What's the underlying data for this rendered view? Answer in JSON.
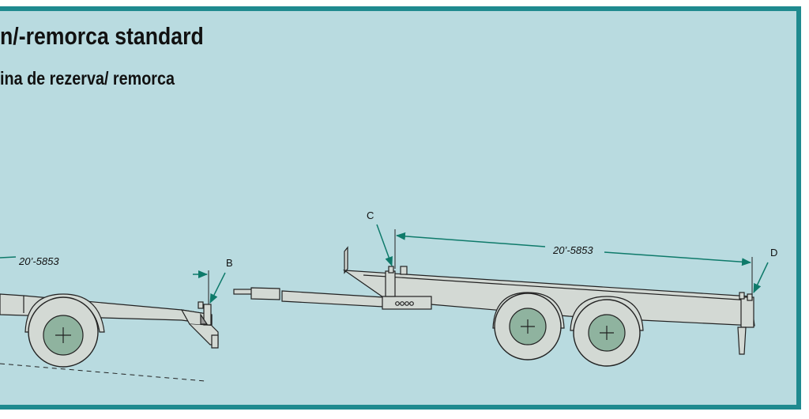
{
  "header": {
    "title": "n/-remorca standard",
    "subtitle": "ina de rezerva/ remorca"
  },
  "labels": {
    "b": "B",
    "c": "C",
    "d": "D"
  },
  "dimensions": {
    "left_length": "20’-5853",
    "right_length": "20’-5853"
  },
  "colors": {
    "background": "#b9dbe0",
    "border": "#1f8a8f",
    "arrow": "#0e7a6a",
    "body": "#d3d9d4",
    "hub": "#8fb39f"
  }
}
